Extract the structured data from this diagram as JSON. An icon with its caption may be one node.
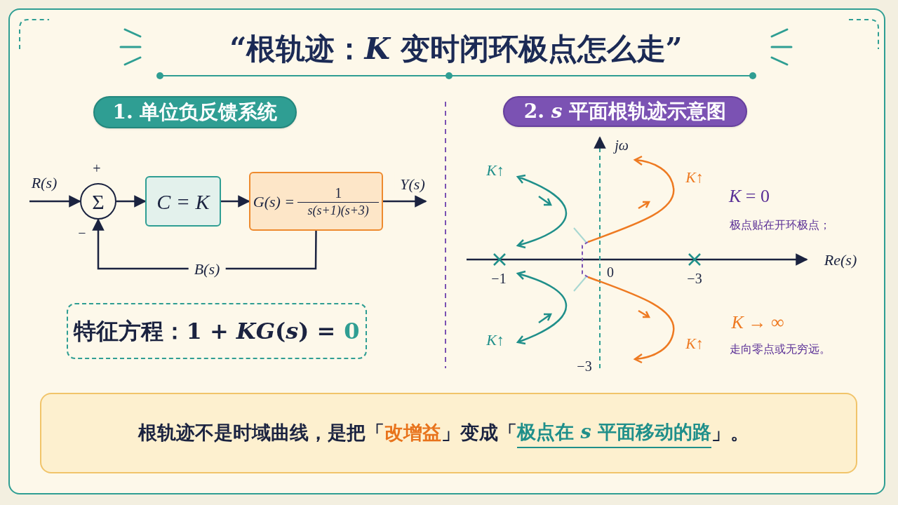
{
  "diagram": {
    "title": "“根轨迹：*K* 变时闭环极点怎么走”",
    "nodes": [
      {
        "text": [
          "1. 单位负反馈系统"
        ]
      },
      {
        "text": [
          "Σ"
        ]
      },
      {
        "text": [
          "C = K"
        ]
      },
      {
        "text": [
          "G(s) =",
          "1",
          "s(s+1)(s+3)"
        ]
      },
      {
        "text": [
          "特征方程：1 + *KG*(*s*) =",
          "0"
        ]
      },
      {
        "text": [
          "2. *s* 平面根轨迹示意图"
        ]
      },
      {
        "text": [
          "根轨迹不是时域曲线，是把「",
          "改增益",
          "」变成「",
          "极点在 *s* 平面移动的路",
          "」。"
        ]
      }
    ],
    "edges": [
      {
        "from": null,
        "to": 1,
        "arrow": "to",
        "label": "R(s)"
      },
      {
        "from": 1,
        "to": 2,
        "arrow": "to"
      },
      {
        "from": 2,
        "to": 3,
        "arrow": "to"
      },
      {
        "from": 3,
        "to": null,
        "arrow": "to",
        "label": "Y(s)"
      },
      {
        "from": 3,
        "to": 1,
        "arrow": "to",
        "label": "B(s)"
      }
    ],
    "labels": [
      "+",
      "−",
      "jω",
      "*K*↑",
      "*K*↑",
      "*K* = 0",
      "极点贴在开环极点；",
      "Re(s)",
      "−1",
      "0",
      "−3",
      "*K* → ∞",
      "*K*↑",
      "*K*↑",
      "走向零点或无穷远。",
      "−3"
    ]
  }
}
